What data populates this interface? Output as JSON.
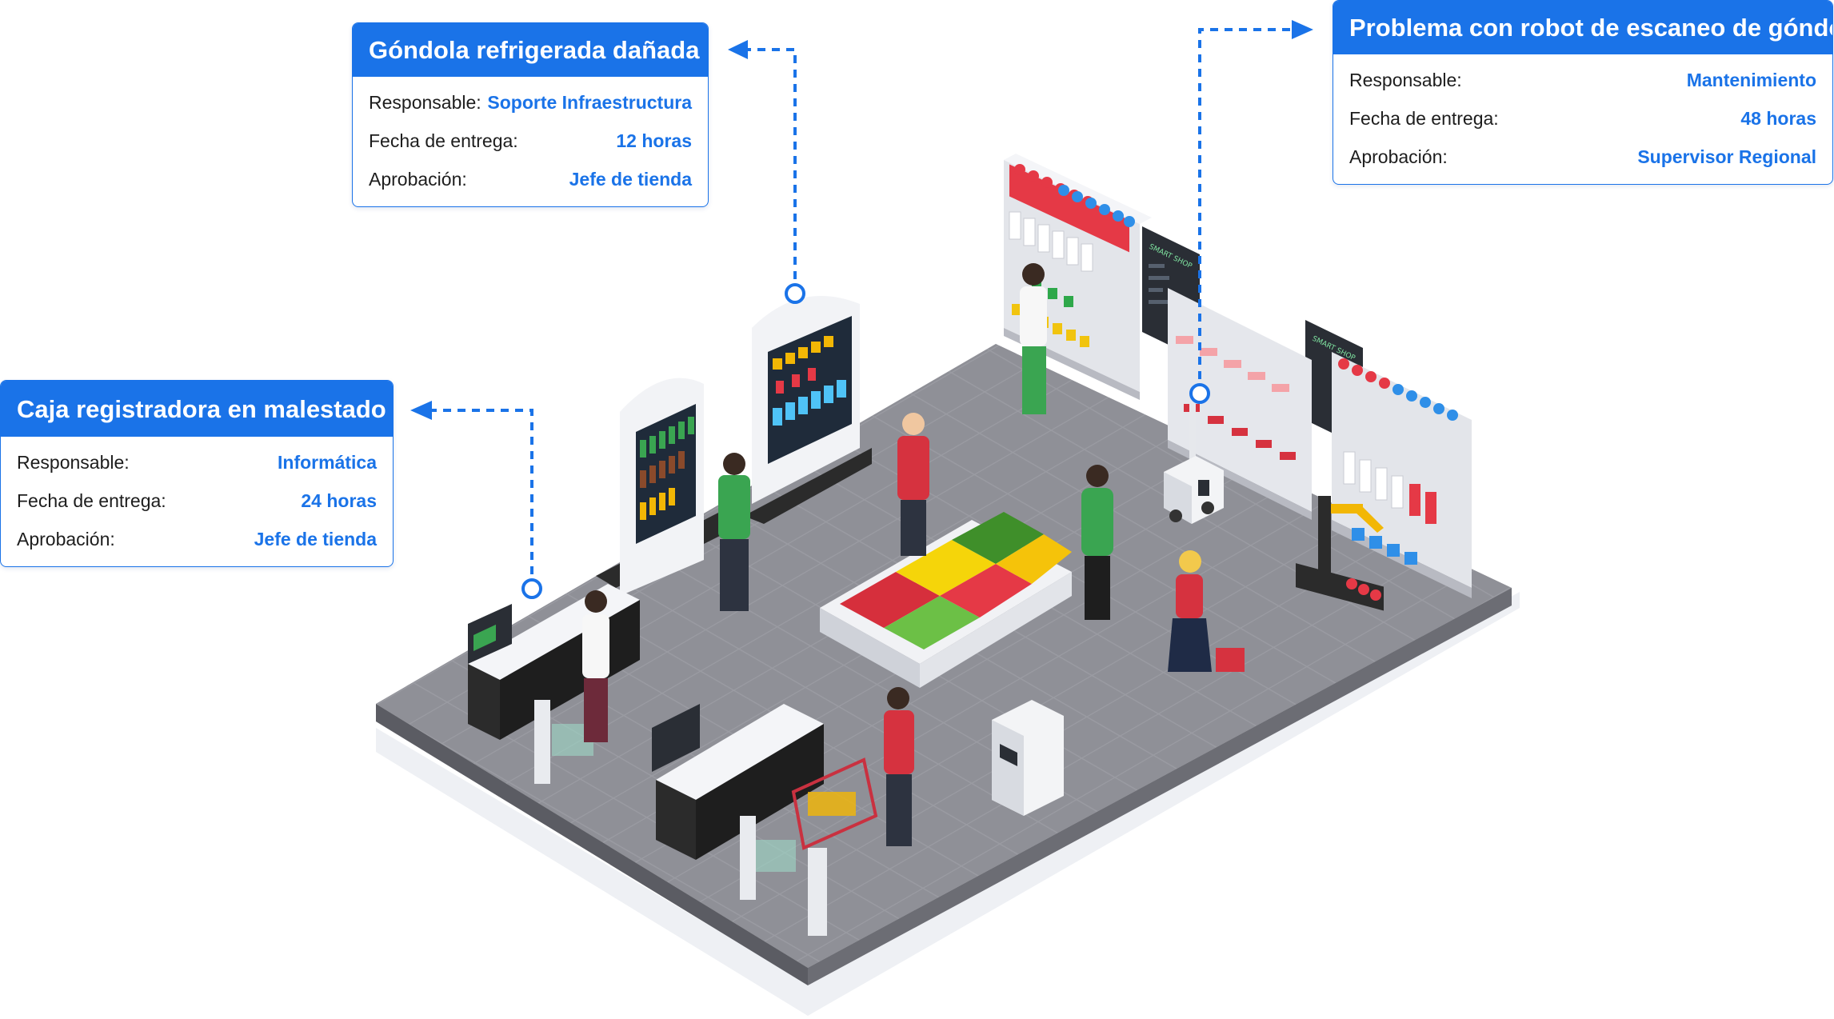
{
  "callouts": {
    "gondola": {
      "title": "Góndola refrigerada dañada",
      "rows": [
        {
          "label": "Responsable:",
          "value": "Soporte Infraestructura"
        },
        {
          "label": "Fecha de entrega:",
          "value": "12 horas"
        },
        {
          "label": "Aprobación:",
          "value": "Jefe de tienda"
        }
      ]
    },
    "robot": {
      "title": "Problema con robot de escaneo de góndola",
      "rows": [
        {
          "label": "Responsable:",
          "value": "Mantenimiento"
        },
        {
          "label": "Fecha de entrega:",
          "value": "48 horas"
        },
        {
          "label": "Aprobación:",
          "value": "Supervisor Regional"
        }
      ]
    },
    "caja": {
      "title": "Caja registradora en malestado",
      "rows": [
        {
          "label": "Responsable:",
          "value": "Informática"
        },
        {
          "label": "Fecha de entrega:",
          "value": "24 horas"
        },
        {
          "label": "Aprobación:",
          "value": "Jefe de tienda"
        }
      ]
    }
  },
  "signage": {
    "smart_shop": "SMART SHOP"
  },
  "colors": {
    "accent": "#1a73e8",
    "floor": "#8e8f96",
    "floor_edge": "#5b5c63",
    "shelf": "#eceef2"
  }
}
